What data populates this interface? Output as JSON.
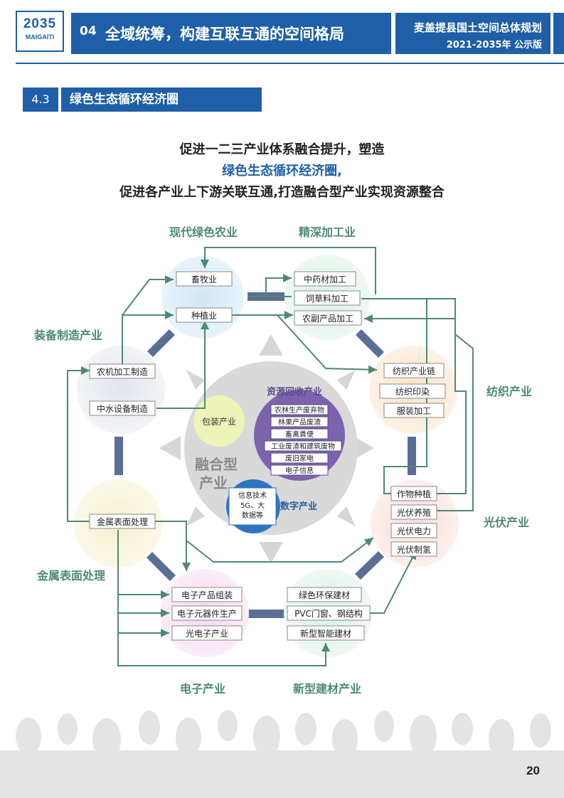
{
  "header": {
    "logo_year": "2035",
    "logo_sub": "MAIGAITI",
    "chapter_num": "04",
    "chapter_title": "全域统筹，构建互联互通的空间格局",
    "plan_title": "麦盖提县国土空间总体规划",
    "plan_period": "2021-2035年  公示版"
  },
  "section": {
    "num": "4.3",
    "title": "绿色生态循环经济圈"
  },
  "intro": {
    "line1": "促进一二三产业体系融合提升，塑造",
    "line2": "绿色生态循环经济圈,",
    "line3": "促进各产业上下游关联互通,打造融合型产业实现资源整合"
  },
  "diagram": {
    "sectors": {
      "agri": "现代绿色农业",
      "proc": "精深加工业",
      "equip": "装备制造产业",
      "textile": "纺织产业",
      "pv": "光伏产业",
      "metal": "金属表面处理",
      "elec": "电子产业",
      "build": "新型建材产业"
    },
    "boxes": {
      "animal": "畜牧业",
      "plant": "种植业",
      "herb": "中药材加工",
      "feed": "饲草料加工",
      "byprod": "农副产品加工",
      "machine": "农机加工制造",
      "water": "中水设备制造",
      "tex_chain": "纺织产业链",
      "tex_dye": "纺织印染",
      "garment": "服装加工",
      "crop": "作物种植",
      "pv_breed": "光伏养殖",
      "pv_power": "光伏电力",
      "pv_h2": "光伏制氢",
      "metal_box": "金属表面处理",
      "elec_asm": "电子产品组装",
      "elec_comp": "电子元器件生产",
      "opto": "光电子产业",
      "green_mat": "绿色环保建材",
      "pvc": "PVC门窗、钢结构",
      "smart_mat": "新型智能建材"
    },
    "center": {
      "recycle_title": "资源回收产业",
      "recycle_items": [
        "农林生产废弃物",
        "林果产品废渣",
        "畜禽粪便",
        "工业废渣和建筑废物",
        "废旧家电",
        "电子信息"
      ],
      "pack": "包装产业",
      "fusion": "融合型产业",
      "digital_title": "数字产业",
      "digital_items": [
        "信息技术",
        "5G、大",
        "数据等"
      ]
    }
  },
  "footer": {
    "page": "20"
  },
  "colors": {
    "brand": "#1f5fa8",
    "arrow": "#4e8a72",
    "connector": "#5a6f96",
    "recycle": "#7b64ad",
    "digital": "#2f74c0"
  }
}
